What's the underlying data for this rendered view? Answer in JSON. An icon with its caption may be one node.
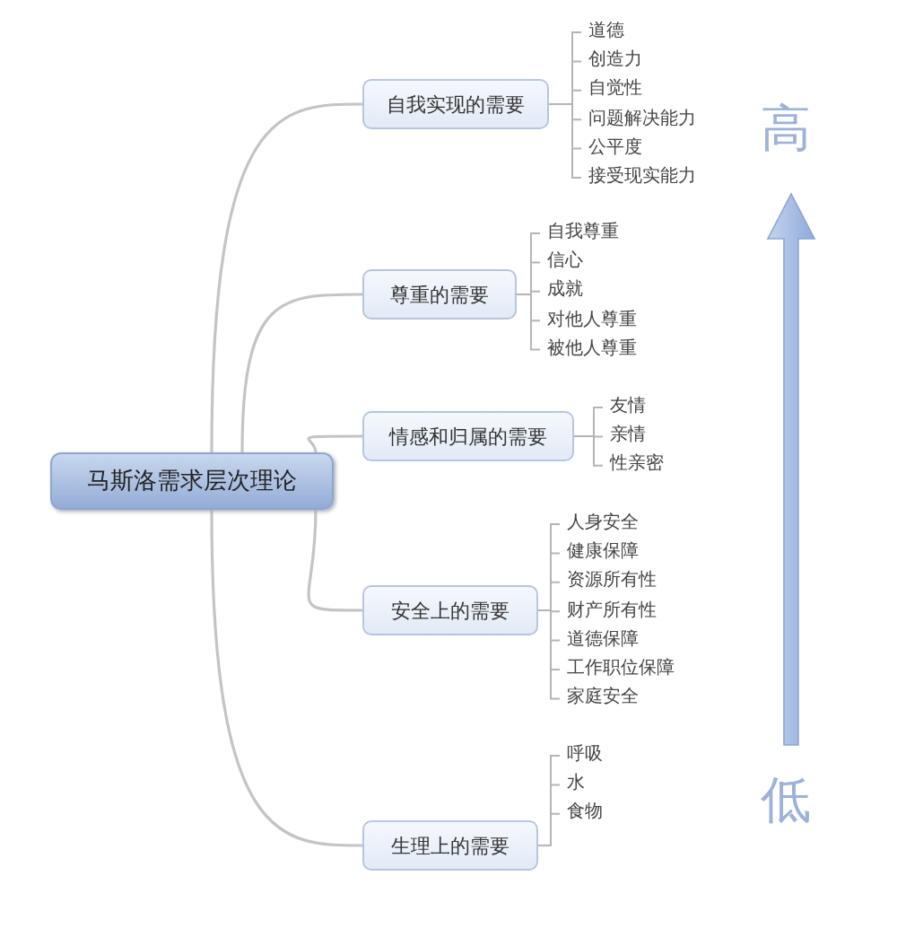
{
  "diagram": {
    "nodes": [
      {
        "text": [
          "马斯洛需求层次理论"
        ]
      },
      {
        "text": [
          "自我实现的需要"
        ]
      },
      {
        "text": [
          "道德"
        ]
      },
      {
        "text": [
          "创造力"
        ]
      },
      {
        "text": [
          "自觉性"
        ]
      },
      {
        "text": [
          "问题解决能力"
        ]
      },
      {
        "text": [
          "公平度"
        ]
      },
      {
        "text": [
          "接受现实能力"
        ]
      },
      {
        "text": [
          "尊重的需要"
        ]
      },
      {
        "text": [
          "自我尊重"
        ]
      },
      {
        "text": [
          "信心"
        ]
      },
      {
        "text": [
          "成就"
        ]
      },
      {
        "text": [
          "对他人尊重"
        ]
      },
      {
        "text": [
          "被他人尊重"
        ]
      },
      {
        "text": [
          "情感和归属的需要"
        ]
      },
      {
        "text": [
          "友情"
        ]
      },
      {
        "text": [
          "亲情"
        ]
      },
      {
        "text": [
          "性亲密"
        ]
      },
      {
        "text": [
          "安全上的需要"
        ]
      },
      {
        "text": [
          "人身安全"
        ]
      },
      {
        "text": [
          "健康保障"
        ]
      },
      {
        "text": [
          "资源所有性"
        ]
      },
      {
        "text": [
          "财产所有性"
        ]
      },
      {
        "text": [
          "道德保障"
        ]
      },
      {
        "text": [
          "工作职位保障"
        ]
      },
      {
        "text": [
          "家庭安全"
        ]
      },
      {
        "text": [
          "生理上的需要"
        ]
      },
      {
        "text": [
          "呼吸"
        ]
      },
      {
        "text": [
          "水"
        ]
      },
      {
        "text": [
          "食物"
        ]
      }
    ],
    "edges": [
      {
        "from": 0,
        "to": 1,
        "arrow": "none"
      },
      {
        "from": 0,
        "to": 8,
        "arrow": "none"
      },
      {
        "from": 0,
        "to": 14,
        "arrow": "none"
      },
      {
        "from": 0,
        "to": 18,
        "arrow": "none"
      },
      {
        "from": 0,
        "to": 26,
        "arrow": "none"
      },
      {
        "from": 1,
        "to": 2,
        "arrow": "none"
      },
      {
        "from": 1,
        "to": 3,
        "arrow": "none"
      },
      {
        "from": 1,
        "to": 4,
        "arrow": "none"
      },
      {
        "from": 1,
        "to": 5,
        "arrow": "none"
      },
      {
        "from": 1,
        "to": 6,
        "arrow": "none"
      },
      {
        "from": 1,
        "to": 7,
        "arrow": "none"
      },
      {
        "from": 8,
        "to": 9,
        "arrow": "none"
      },
      {
        "from": 8,
        "to": 10,
        "arrow": "none"
      },
      {
        "from": 8,
        "to": 11,
        "arrow": "none"
      },
      {
        "from": 8,
        "to": 12,
        "arrow": "none"
      },
      {
        "from": 8,
        "to": 13,
        "arrow": "none"
      },
      {
        "from": 14,
        "to": 15,
        "arrow": "none"
      },
      {
        "from": 14,
        "to": 16,
        "arrow": "none"
      },
      {
        "from": 14,
        "to": 17,
        "arrow": "none"
      },
      {
        "from": 18,
        "to": 19,
        "arrow": "none"
      },
      {
        "from": 18,
        "to": 20,
        "arrow": "none"
      },
      {
        "from": 18,
        "to": 21,
        "arrow": "none"
      },
      {
        "from": 18,
        "to": 22,
        "arrow": "none"
      },
      {
        "from": 18,
        "to": 23,
        "arrow": "none"
      },
      {
        "from": 18,
        "to": 24,
        "arrow": "none"
      },
      {
        "from": 18,
        "to": 25,
        "arrow": "none"
      },
      {
        "from": 26,
        "to": 27,
        "arrow": "none"
      },
      {
        "from": 26,
        "to": 28,
        "arrow": "none"
      },
      {
        "from": 26,
        "to": 29,
        "arrow": "none"
      }
    ],
    "labels": [
      "高",
      "低"
    ]
  }
}
